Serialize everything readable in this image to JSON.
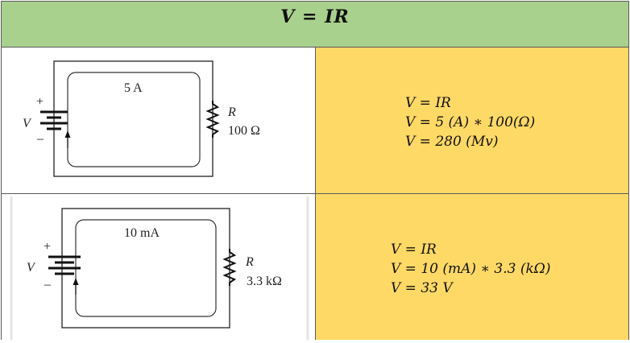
{
  "title": "V = IR",
  "rows": [
    {
      "circuit": {
        "current": "5 A",
        "resistor_label": "R",
        "resistance": "100 Ω",
        "source_label": "V",
        "plus": "+",
        "minus": "–"
      },
      "equations": [
        "V = IR",
        "V = 5 (A) ∗ 100(Ω)",
        "V = 280 (Mv)"
      ]
    },
    {
      "circuit": {
        "current": "10 mA",
        "resistor_label": "R",
        "resistance": "3.3 kΩ",
        "source_label": "V",
        "plus": "+",
        "minus": "–"
      },
      "equations": [
        "V = IR",
        "V = 10 (mA) ∗ 3.3 (kΩ)",
        "V = 33 V"
      ]
    }
  ],
  "colors": {
    "header_bg": "#a9d18e",
    "calc_bg": "#ffd966",
    "border": "#595959"
  }
}
